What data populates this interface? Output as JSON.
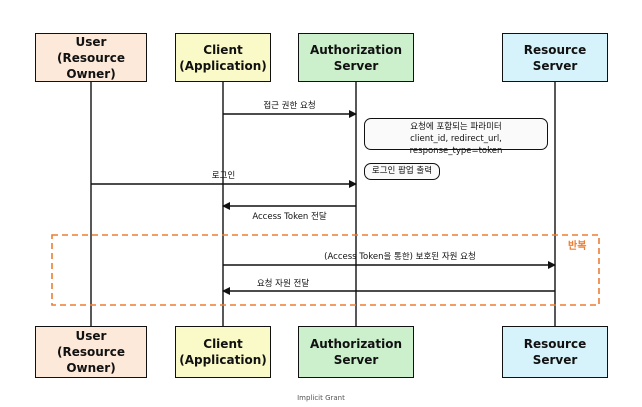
{
  "participants": [
    {
      "id": "user",
      "line1": "User",
      "line2": "(Resource Owner)",
      "fill": "#fde9d9"
    },
    {
      "id": "client",
      "line1": "Client",
      "line2": "(Application)",
      "fill": "#fafac8"
    },
    {
      "id": "auth",
      "line1": "Authorization Server",
      "line2": "",
      "fill": "#ccf0cc"
    },
    {
      "id": "resource",
      "line1": "Resource Server",
      "line2": "",
      "fill": "#d6f3fb"
    }
  ],
  "messages": [
    {
      "from": "client",
      "to": "auth",
      "label": "접근 권한 요청"
    },
    {
      "from": "user",
      "to": "auth",
      "label": "로그인"
    },
    {
      "from": "auth",
      "to": "client",
      "label": "Access Token 전달"
    },
    {
      "from": "client",
      "to": "resource",
      "label": "(Access Token을 통한) 보호된 자원 요청"
    },
    {
      "from": "resource",
      "to": "client",
      "label": "요청 자원 전달"
    }
  ],
  "notes": {
    "params_title": "요청에 포함되는 파라미터",
    "params_body": "client_id, redirect_url, response_type=token",
    "login_popup": "로그인 팝업 출력"
  },
  "loop": {
    "label": "반복",
    "color": "#ed7d31"
  },
  "caption": "Implicit Grant"
}
